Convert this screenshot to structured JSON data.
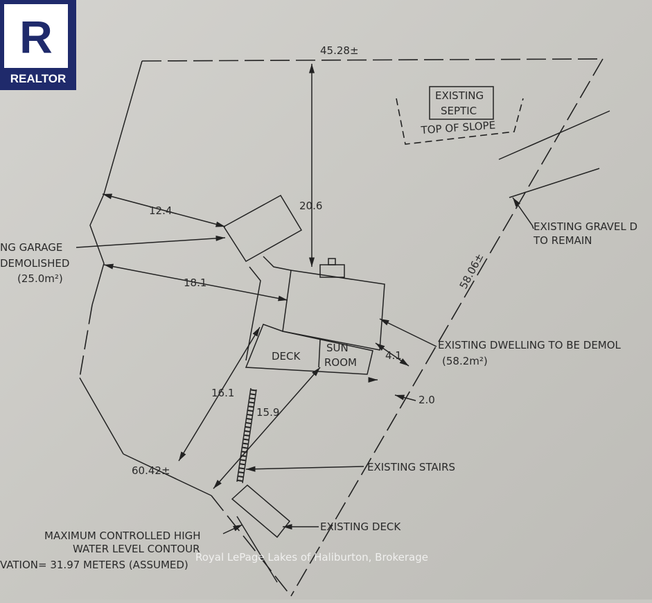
{
  "logo": {
    "brand": "REALTOR"
  },
  "watermark": "Royal LePage Lakes of Haliburton, Brokerage",
  "dimensions": {
    "top": "45.28±",
    "house_to_top": "20.6",
    "garage_to_left": "12.4",
    "house_to_left": "18.1",
    "right_side": "58.06±",
    "house_to_right": "4.1",
    "deck_to_right": "2.0",
    "deck_to_bottom": "16.1",
    "sunroom_to_bottom": "15.9",
    "bottom": "60.42±"
  },
  "labels": {
    "septic_1": "EXISTING",
    "septic_2": "SEPTIC",
    "slope": "TOP OF SLOPE",
    "gravel_1": "EXISTING GRAVEL D",
    "gravel_2": "TO REMAIN",
    "garage_1": "NG GARAGE",
    "garage_2": "DEMOLISHED",
    "garage_3": "(25.0m²)",
    "dwelling_1": "EXISTING DWELLING TO BE DEMOL",
    "dwelling_2": "(58.2m²)",
    "deck": "DECK",
    "sun": "SUN",
    "room": "ROOM",
    "stairs": "EXISTING STAIRS",
    "existing_deck": "EXISTING DECK",
    "water_1": "MAXIMUM CONTROLLED HIGH",
    "water_2": "WATER LEVEL CONTOUR",
    "water_3": "VATION= 31.97 METERS (ASSUMED)"
  }
}
